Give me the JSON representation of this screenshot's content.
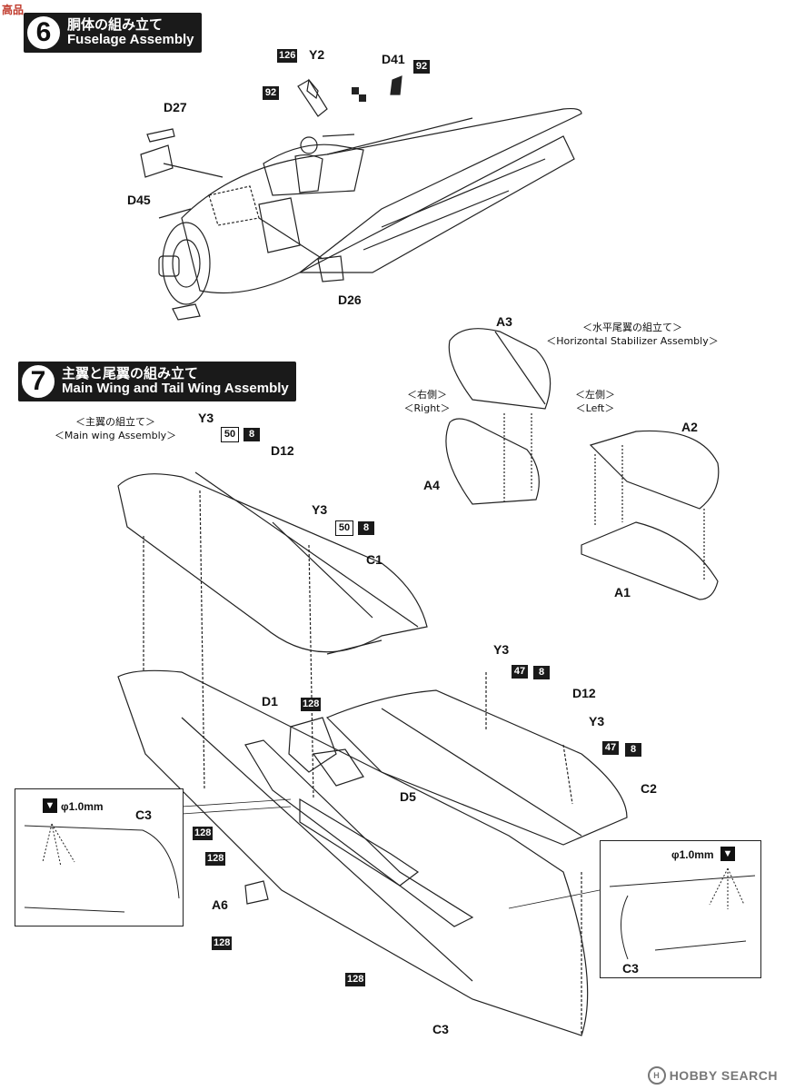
{
  "watermark_top": "高品",
  "watermark_bottom": "HOBBY SEARCH",
  "step6": {
    "number": "6",
    "title_jp": "胴体の組み立て",
    "title_en": "Fuselage Assembly"
  },
  "step7": {
    "number": "7",
    "title_jp": "主翼と尾翼の組み立て",
    "title_en": "Main Wing and Tail Wing Assembly"
  },
  "notes": {
    "horizontal_jp": "＜水平尾翼の組立て＞",
    "horizontal_en": "＜Horizontal Stabilizer Assembly＞",
    "right_jp": "＜右側＞",
    "right_en": "＜Right＞",
    "left_jp": "＜左側＞",
    "left_en": "＜Left＞",
    "main_wing_jp": "＜主翼の組立て＞",
    "main_wing_en": "＜Main wing Assembly＞"
  },
  "parts": {
    "y2": "Y2",
    "d41": "D41",
    "d27": "D27",
    "d45": "D45",
    "d26": "D26",
    "a3": "A3",
    "a4": "A4",
    "a2": "A2",
    "a1": "A1",
    "y3a": "Y3",
    "d12a": "D12",
    "y3b": "Y3",
    "c1": "C1",
    "y3c": "Y3",
    "d1": "D1",
    "d12b": "D12",
    "y3d": "Y3",
    "c2": "C2",
    "d5": "D5",
    "c3_left": "C3",
    "a6": "A6",
    "c3_right": "C3",
    "c3_bottom": "C3"
  },
  "colors": {
    "c126": "126",
    "c92a": "92",
    "c92b": "92",
    "c50a": "50",
    "c8a": "8",
    "c50b": "50",
    "c8b": "8",
    "c128a": "128",
    "c47a": "47",
    "c8c": "8",
    "c47b": "47",
    "c8d": "8",
    "c128b": "128",
    "c128c": "128",
    "c128d": "128",
    "c128e": "128"
  },
  "drill": {
    "left": "φ1.0mm",
    "right": "φ1.0mm"
  }
}
